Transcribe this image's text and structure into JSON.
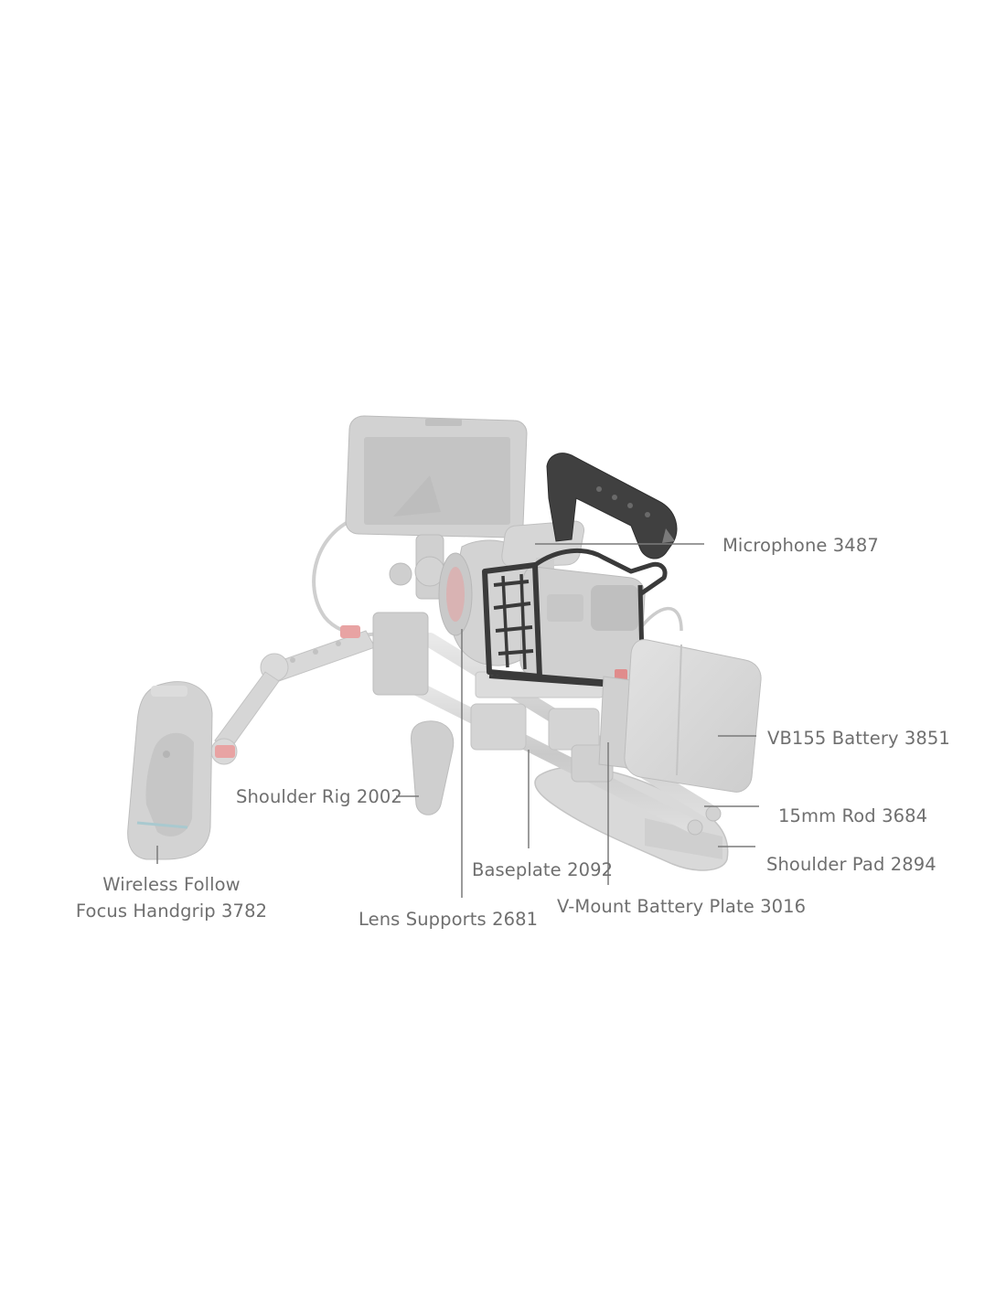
{
  "callouts": {
    "microphone": "Microphone 3487",
    "vb155_battery": "VB155 Battery 3851",
    "rod_15mm": "15mm Rod 3684",
    "shoulder_pad": "Shoulder Pad 2894",
    "shoulder_rig": "Shoulder Rig 2002",
    "baseplate": "Baseplate 2092",
    "vmount_plate": "V-Mount Battery Plate 3016",
    "lens_supports": "Lens Supports 2681",
    "wireless_follow_line1": "Wireless Follow",
    "wireless_follow_line2": "Focus Handgrip 3782"
  },
  "colors": {
    "background": "#ffffff",
    "label_text": "#6f6f6f",
    "leader_line": "#7a7a7a",
    "accessory_gray": "#d6d6d6",
    "cage_dark": "#3a3a3a",
    "accent_red": "#e08c8c"
  }
}
